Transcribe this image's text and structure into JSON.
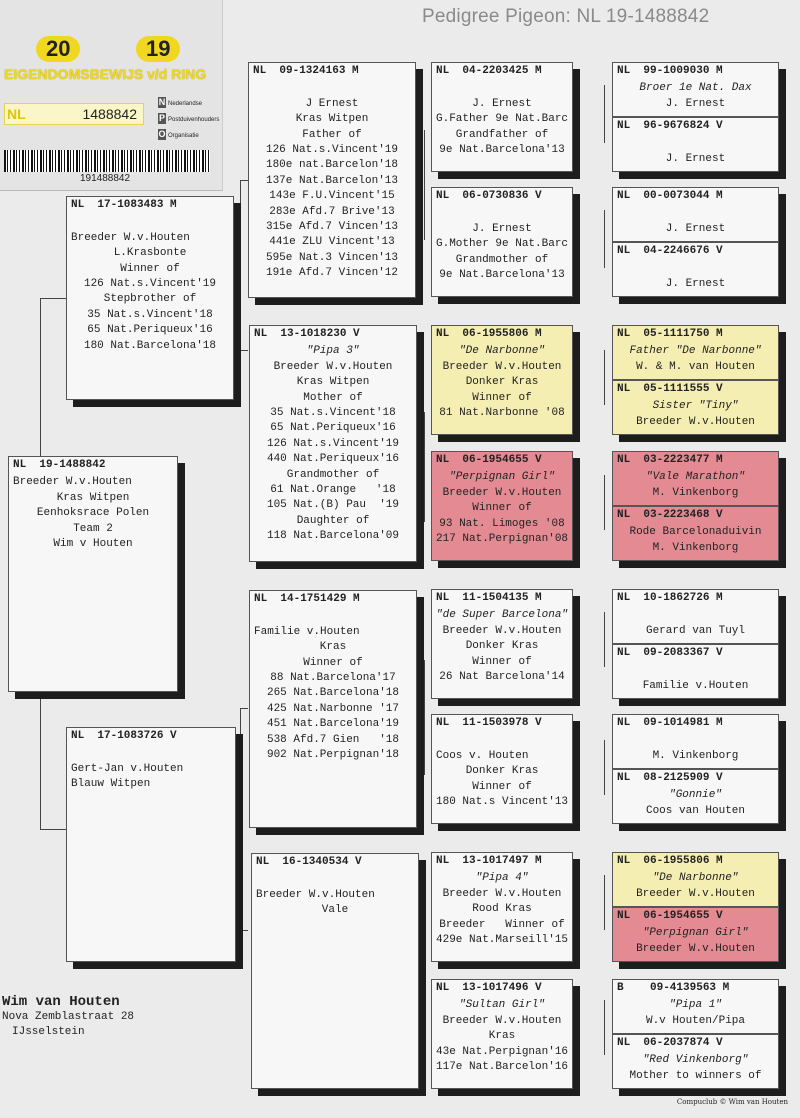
{
  "title": "Pedigree Pigeon: NL  19-1488842",
  "ring_card": {
    "year_left": "20",
    "year_right": "19",
    "heading": "EIGENDOMSBEWIJS v/d RING",
    "country": "NL",
    "ring_number": "1488842",
    "org_lines": [
      "Nederlandse",
      "Postduivenhouders",
      "Organisatie"
    ],
    "org_initials": [
      "N",
      "P",
      "O"
    ],
    "barcode_number": "191488842"
  },
  "pigeons": [
    {
      "key": "subject",
      "ring": "NL  19-1488842",
      "color": "white",
      "lines": [
        "Breeder W.v.Houten",
        "Kras Witpen",
        "Eenhoksrace Polen",
        "Team 2",
        "Wim v Houten"
      ]
    },
    {
      "key": "sire",
      "ring": "NL  17-1083483 M",
      "color": "white",
      "lines": [
        "",
        "Breeder W.v.Houten",
        "L.Krasbonte",
        "Winner of",
        "126 Nat.s.Vincent'19",
        "Stepbrother of",
        "35 Nat.s.Vincent'18",
        "65 Nat.Periqueux'16",
        "180 Nat.Barcelona'18"
      ]
    },
    {
      "key": "dam",
      "ring": "NL  17-1083726 V",
      "color": "white",
      "lines": [
        "",
        "Gert-Jan v.Houten",
        "Blauw Witpen"
      ]
    },
    {
      "key": "ss",
      "ring": "NL  09-1324163 M",
      "color": "white",
      "lines": [
        "",
        "J Ernest",
        "Kras Witpen",
        "Father of",
        "126 Nat.s.Vincent'19",
        "180e nat.Barcelon'18",
        "137e Nat.Barcelon'13",
        "143e F.U.Vincent'15",
        "283e Afd.7 Brive'13",
        "315e Afd.7 Vincen'13",
        "441e ZLU Vincent'13",
        "595e Nat.3 Vincen'13",
        "191e Afd.7 Vincen'12"
      ]
    },
    {
      "key": "sd",
      "ring": "NL  13-1018230 V",
      "color": "white",
      "lines": [
        "\"Pipa 3\"",
        "Breeder W.v.Houten",
        "Kras Witpen",
        "Mother of",
        "35 Nat.s.Vincent'18",
        "65 Nat.Periqueux'16",
        "126 Nat.s.Vincent'19",
        "440 Nat.Periqueux'16",
        "Grandmother of",
        "61 Nat.Orange   '18",
        "105 Nat.(B) Pau  '19",
        "Daughter of",
        "118 Nat.Barcelona'09"
      ]
    },
    {
      "key": "ds",
      "ring": "NL  14-1751429 M",
      "color": "white",
      "lines": [
        "",
        "Familie v.Houten",
        "Kras",
        "Winner of",
        "88 Nat.Barcelona'17",
        "265 Nat.Barcelona'18",
        "425 Nat.Narbonne '17",
        "451 Nat.Barcelona'19",
        "538 Afd.7 Gien   '18",
        "902 Nat.Perpignan'18"
      ]
    },
    {
      "key": "dd",
      "ring": "NL  16-1340534 V",
      "color": "white",
      "lines": [
        "",
        "Breeder W.v.Houten",
        "Vale"
      ]
    },
    {
      "key": "sss",
      "ring": "NL  04-2203425 M",
      "color": "white",
      "lines": [
        "",
        "J. Ernest",
        "G.Father 9e Nat.Barc",
        "Grandfather of",
        "9e Nat.Barcelona'13"
      ]
    },
    {
      "key": "ssd",
      "ring": "NL  06-0730836 V",
      "color": "white",
      "lines": [
        "",
        "J. Ernest",
        "G.Mother 9e Nat.Barc",
        "Grandmother of",
        "9e Nat.Barcelona'13"
      ]
    },
    {
      "key": "sds",
      "ring": "NL  06-1955806 M",
      "color": "yellow",
      "lines": [
        "\"De Narbonne\"",
        "Breeder W.v.Houten",
        "Donker Kras",
        "Winner of",
        "81 Nat.Narbonne '08"
      ]
    },
    {
      "key": "sdd",
      "ring": "NL  06-1954655 V",
      "color": "red",
      "lines": [
        "\"Perpignan Girl\"",
        "Breeder W.v.Houten",
        "Winner of",
        "93 Nat. Limoges '08",
        "217 Nat.Perpignan'08"
      ]
    },
    {
      "key": "dss",
      "ring": "NL  11-1504135 M",
      "color": "white",
      "lines": [
        "\"de Super Barcelona\"",
        "Breeder W.v.Houten",
        "Donker Kras",
        "Winner of",
        "26 Nat Barcelona'14"
      ]
    },
    {
      "key": "dsd",
      "ring": "NL  11-1503978 V",
      "color": "white",
      "lines": [
        "",
        "Coos v. Houten",
        "Donker Kras",
        "Winner of",
        "180 Nat.s Vincent'13"
      ]
    },
    {
      "key": "dds",
      "ring": "NL  13-1017497 M",
      "color": "white",
      "lines": [
        "\"Pipa 4\"",
        "Breeder W.v.Houten",
        "Rood Kras",
        "Breeder   Winner of",
        "429e Nat.Marseill'15"
      ]
    },
    {
      "key": "ddd",
      "ring": "NL  13-1017496 V",
      "color": "white",
      "lines": [
        "\"Sultan Girl\"",
        "Breeder W.v.Houten",
        "Kras",
        "43e Nat.Perpignan'16",
        "117e Nat.Barcelon'16"
      ]
    },
    {
      "key": "g4_1",
      "ring": "NL  99-1009030 M",
      "color": "white",
      "lines": [
        "Broer 1e Nat. Dax",
        "J. Ernest"
      ]
    },
    {
      "key": "g4_2",
      "ring": "NL  96-9676824 V",
      "color": "white",
      "lines": [
        "",
        "J. Ernest"
      ]
    },
    {
      "key": "g4_3",
      "ring": "NL  00-0073044 M",
      "color": "white",
      "lines": [
        "",
        "J. Ernest"
      ]
    },
    {
      "key": "g4_4",
      "ring": "NL  04-2246676 V",
      "color": "white",
      "lines": [
        "",
        "J. Ernest"
      ]
    },
    {
      "key": "g4_5",
      "ring": "NL  05-1111750 M",
      "color": "yellow",
      "lines": [
        "Father \"De Narbonne\"",
        "W. & M. van Houten"
      ]
    },
    {
      "key": "g4_6",
      "ring": "NL  05-1111555 V",
      "color": "yellow",
      "lines": [
        "Sister \"Tiny\"",
        "Breeder W.v.Houten"
      ]
    },
    {
      "key": "g4_7",
      "ring": "NL  03-2223477 M",
      "color": "red",
      "lines": [
        "\"Vale Marathon\"",
        "M. Vinkenborg"
      ]
    },
    {
      "key": "g4_8",
      "ring": "NL  03-2223468 V",
      "color": "red",
      "lines": [
        "Rode Barcelonaduivin",
        "M. Vinkenborg"
      ]
    },
    {
      "key": "g4_9",
      "ring": "NL  10-1862726 M",
      "color": "white",
      "lines": [
        "",
        "Gerard van Tuyl"
      ]
    },
    {
      "key": "g4_10",
      "ring": "NL  09-2083367 V",
      "color": "white",
      "lines": [
        "",
        "Familie v.Houten"
      ]
    },
    {
      "key": "g4_11",
      "ring": "NL  09-1014981 M",
      "color": "white",
      "lines": [
        "",
        "M. Vinkenborg"
      ]
    },
    {
      "key": "g4_12",
      "ring": "NL  08-2125909 V",
      "color": "white",
      "lines": [
        "\"Gonnie\"",
        "Coos van Houten"
      ]
    },
    {
      "key": "g4_13",
      "ring": "NL  06-1955806 M",
      "color": "yellow",
      "lines": [
        "\"De Narbonne\"",
        "Breeder W.v.Houten"
      ]
    },
    {
      "key": "g4_14",
      "ring": "NL  06-1954655 V",
      "color": "red",
      "lines": [
        "\"Perpignan Girl\"",
        "Breeder W.v.Houten"
      ]
    },
    {
      "key": "g4_15",
      "ring": "B    09-4139563 M",
      "color": "white",
      "lines": [
        "\"Pipa 1\"",
        "W.v Houten/Pipa"
      ]
    },
    {
      "key": "g4_16",
      "ring": "NL  06-2037874 V",
      "color": "white",
      "lines": [
        "\"Red Vinkenborg\"",
        "Mother to winners of"
      ]
    }
  ],
  "owner": {
    "name": "Wim van Houten",
    "address": "Nova Zemblastraat 28",
    "city": "IJsselstein"
  },
  "footer": "Compuclub © Wim van Houten",
  "colors": {
    "yellow": "#f5eeb2",
    "red": "#e48a93",
    "white": "#f7f7f7"
  }
}
